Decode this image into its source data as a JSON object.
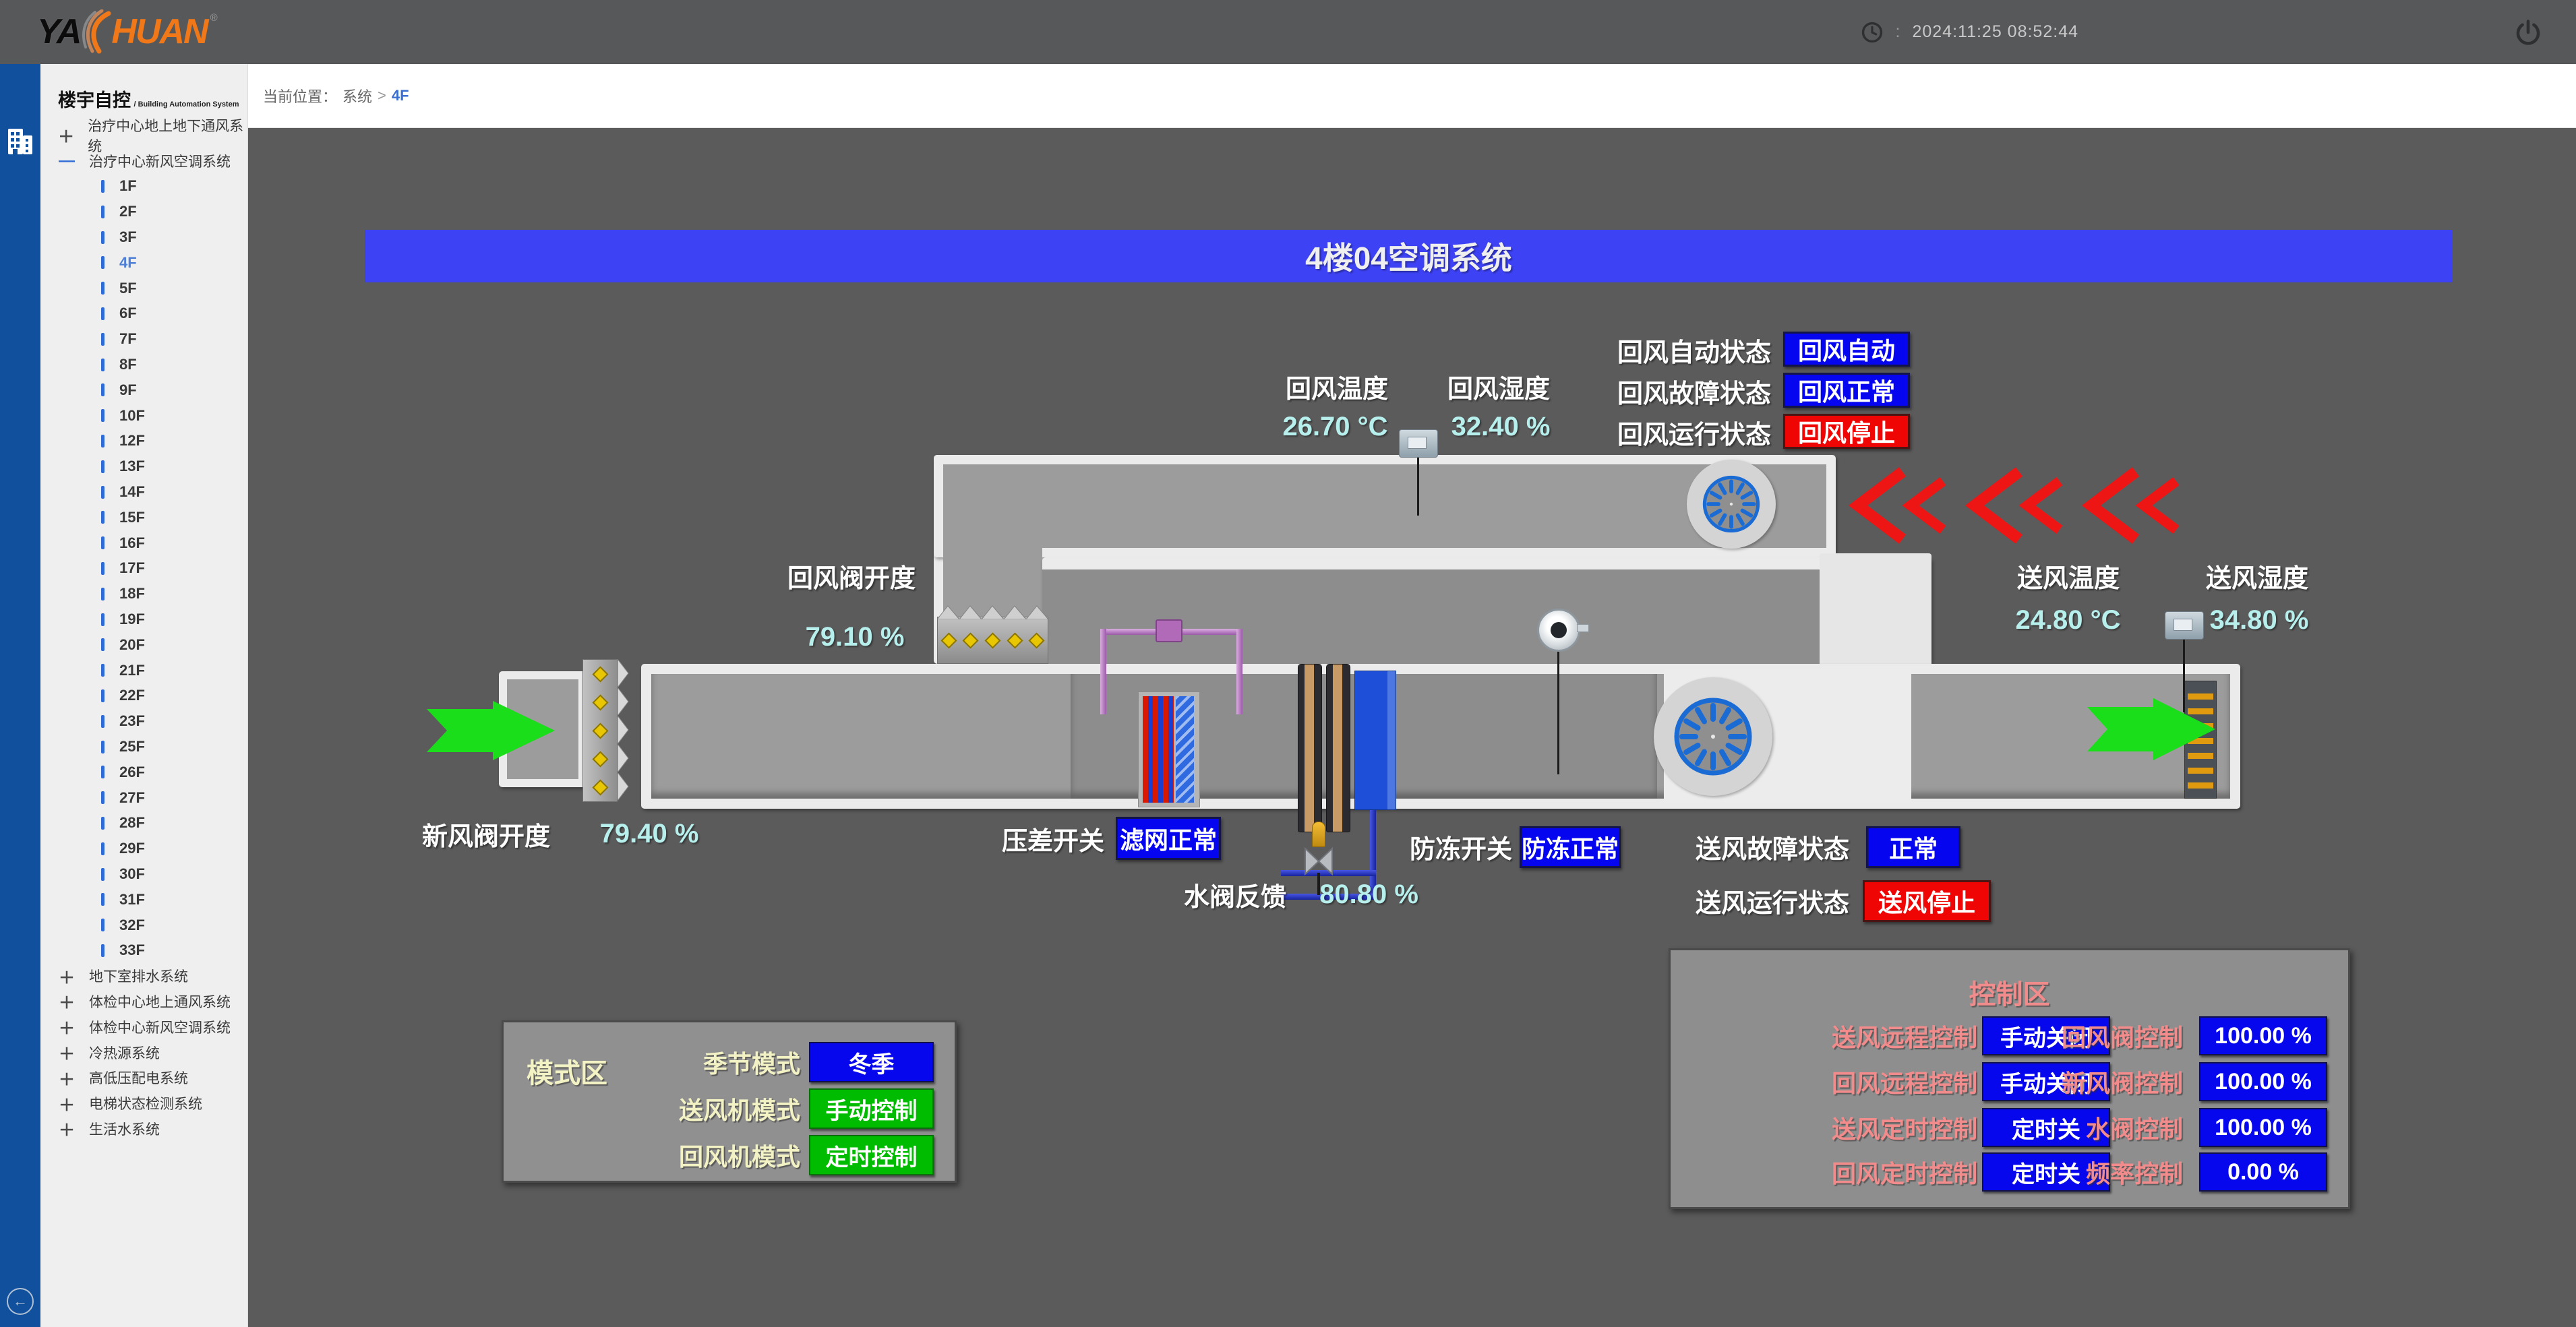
{
  "colors": {
    "banner_blue": "#3d42f4",
    "badge_blue": "#0505f0",
    "badge_red": "#f00505",
    "button_green": "#00bc00",
    "value_cyan": "#b7efed",
    "mode_label_yellow": "#f2f2c4",
    "control_label_salmon": "#f28b8b",
    "rail_blue": "#11509c",
    "canvas_gray": "#5b5b5b",
    "brand_orange": "#f07818",
    "green_arrow": "#1ade1a",
    "red_arrow": "#ee1515"
  },
  "header": {
    "brand": {
      "ya": "YA",
      "huan": "HUAN",
      "reg": "®"
    },
    "clock_sep": ":",
    "timestamp": "2024:11:25 08:52:44"
  },
  "rail": {
    "back_arrow": "←"
  },
  "sidebar": {
    "title": "楼宇自控",
    "subtitle": "/ Building Automation System",
    "tree": [
      {
        "icon": "plus",
        "label": "治疗中心地上地下通风系统"
      },
      {
        "icon": "minus",
        "label": "治疗中心新风空调系统"
      },
      {
        "icon": "bar",
        "label": "1F"
      },
      {
        "icon": "bar",
        "label": "2F"
      },
      {
        "icon": "bar",
        "label": "3F"
      },
      {
        "icon": "bar",
        "label": "4F",
        "active": true
      },
      {
        "icon": "bar",
        "label": "5F"
      },
      {
        "icon": "bar",
        "label": "6F"
      },
      {
        "icon": "bar",
        "label": "7F"
      },
      {
        "icon": "bar",
        "label": "8F"
      },
      {
        "icon": "bar",
        "label": "9F"
      },
      {
        "icon": "bar",
        "label": "10F"
      },
      {
        "icon": "bar",
        "label": "12F"
      },
      {
        "icon": "bar",
        "label": "13F"
      },
      {
        "icon": "bar",
        "label": "14F"
      },
      {
        "icon": "bar",
        "label": "15F"
      },
      {
        "icon": "bar",
        "label": "16F"
      },
      {
        "icon": "bar",
        "label": "17F"
      },
      {
        "icon": "bar",
        "label": "18F"
      },
      {
        "icon": "bar",
        "label": "19F"
      },
      {
        "icon": "bar",
        "label": "20F"
      },
      {
        "icon": "bar",
        "label": "21F"
      },
      {
        "icon": "bar",
        "label": "22F"
      },
      {
        "icon": "bar",
        "label": "23F"
      },
      {
        "icon": "bar",
        "label": "25F"
      },
      {
        "icon": "bar",
        "label": "26F"
      },
      {
        "icon": "bar",
        "label": "27F"
      },
      {
        "icon": "bar",
        "label": "28F"
      },
      {
        "icon": "bar",
        "label": "29F"
      },
      {
        "icon": "bar",
        "label": "30F"
      },
      {
        "icon": "bar",
        "label": "31F"
      },
      {
        "icon": "bar",
        "label": "32F"
      },
      {
        "icon": "bar",
        "label": "33F"
      },
      {
        "icon": "plus",
        "label": "地下室排水系统"
      },
      {
        "icon": "plus",
        "label": "体检中心地上通风系统"
      },
      {
        "icon": "plus",
        "label": "体检中心新风空调系统"
      },
      {
        "icon": "plus",
        "label": "冷热源系统"
      },
      {
        "icon": "plus",
        "label": "高低压配电系统"
      },
      {
        "icon": "plus",
        "label": "电梯状态检测系统"
      },
      {
        "icon": "plus",
        "label": "生活水系统"
      }
    ]
  },
  "breadcrumb": {
    "prefix": "当前位置：",
    "section": "系统",
    "sep": ">",
    "current": "4F"
  },
  "diagram": {
    "title": "4楼04空调系统",
    "return_air": {
      "temp_label": "回风温度",
      "temp_value": "26.70 °C",
      "hum_label": "回风湿度",
      "hum_value": "32.40 %",
      "auto_label": "回风自动状态",
      "auto_badge": "回风自动",
      "fault_label": "回风故障状态",
      "fault_badge": "回风正常",
      "run_label": "回风运行状态",
      "run_badge": "回风停止",
      "valve_label": "回风阀开度",
      "valve_value": "79.10 %"
    },
    "supply_air": {
      "temp_label": "送风温度",
      "temp_value": "24.80 °C",
      "hum_label": "送风湿度",
      "hum_value": "34.80 %",
      "fault_label": "送风故障状态",
      "fault_badge": "正常",
      "run_label": "送风运行状态",
      "run_badge": "送风停止"
    },
    "fresh_air": {
      "valve_label": "新风阀开度",
      "valve_value": "79.40 %"
    },
    "filter": {
      "label": "压差开关",
      "badge": "滤网正常"
    },
    "water_valve": {
      "label": "水阀反馈",
      "value": "80.80 %"
    },
    "antifreeze": {
      "label": "防冻开关",
      "badge": "防冻正常"
    }
  },
  "mode_panel": {
    "title": "模式区",
    "rows": [
      {
        "label": "季节模式",
        "value": "冬季",
        "style": "blue"
      },
      {
        "label": "送风机模式",
        "value": "手动控制",
        "style": "green"
      },
      {
        "label": "回风机模式",
        "value": "定时控制",
        "style": "green"
      }
    ]
  },
  "control_panel": {
    "title": "控制区",
    "left_rows": [
      {
        "label": "送风远程控制",
        "value": "手动关闭"
      },
      {
        "label": "回风远程控制",
        "value": "手动关闭"
      },
      {
        "label": "送风定时控制",
        "value": "定时关"
      },
      {
        "label": "回风定时控制",
        "value": "定时关"
      }
    ],
    "right_rows": [
      {
        "label": "回风阀控制",
        "value": "100.00 %"
      },
      {
        "label": "新风阀控制",
        "value": "100.00 %"
      },
      {
        "label": "水阀控制",
        "value": "100.00 %"
      },
      {
        "label": "频率控制",
        "value": "0.00 %"
      }
    ]
  }
}
